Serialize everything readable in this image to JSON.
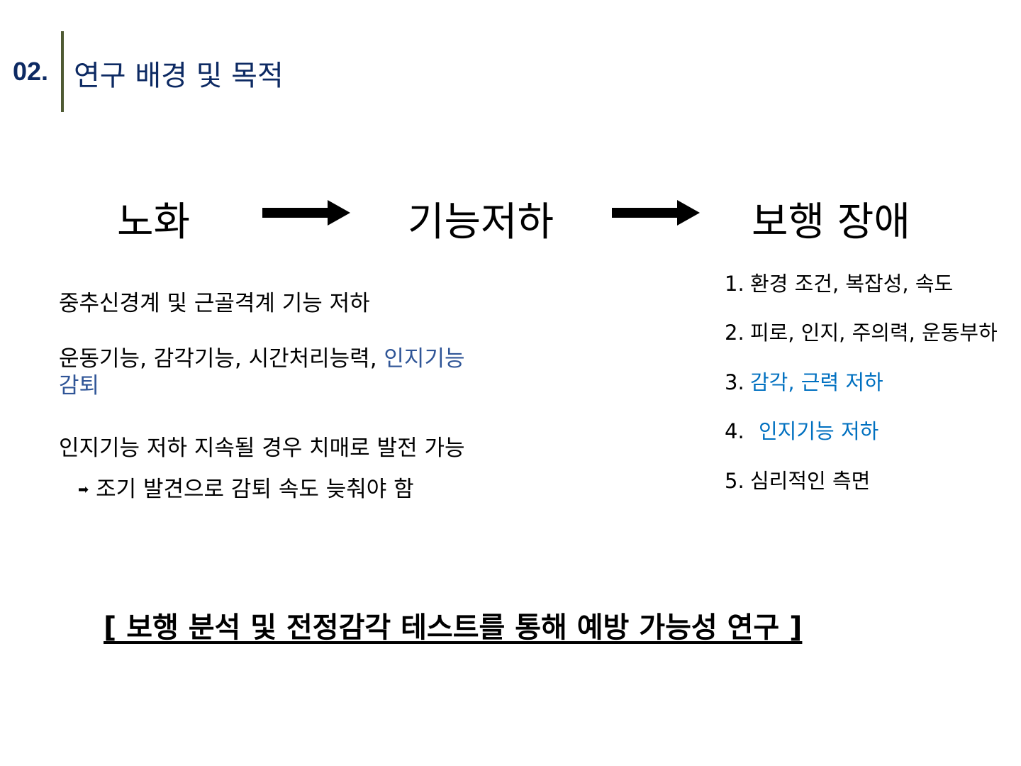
{
  "header": {
    "number": "02.",
    "title": "연구 배경 및 목적"
  },
  "flow": {
    "step1": "노화",
    "step2": "기능저하",
    "step3": "보행 장애"
  },
  "left": {
    "line1": "중추신경계 및 근골격계 기능 저하",
    "line2_black": "운동기능, 감각기능, 시간처리능력, ",
    "line2_blue": "인지기능",
    "line2_blue_cont": "감퇴",
    "line3": "인지기능 저하 지속될 경우 치매로 발전 가능",
    "line4": "조기 발견으로 감퇴 속도 늦춰야 함"
  },
  "right": {
    "items": [
      {
        "num": "1.",
        "text": "환경 조건, 복잡성, 속도"
      },
      {
        "num": "2.",
        "text": "피로, 인지, 주의력, 운동부하"
      },
      {
        "num": "3.",
        "text": "감각, 근력 저하"
      },
      {
        "num": "4.",
        "text": "인지기능 저하"
      },
      {
        "num": "5.",
        "text": "심리적인 측면"
      }
    ]
  },
  "conclusion": "[ 보행 분석 및 전정감각 테스트를 통해 예방 가능성 연구 ]",
  "colors": {
    "title": "#0d2a63",
    "bar": "#4f5a33",
    "blue_left": "#2f5597",
    "blue_right": "#0070c0"
  }
}
